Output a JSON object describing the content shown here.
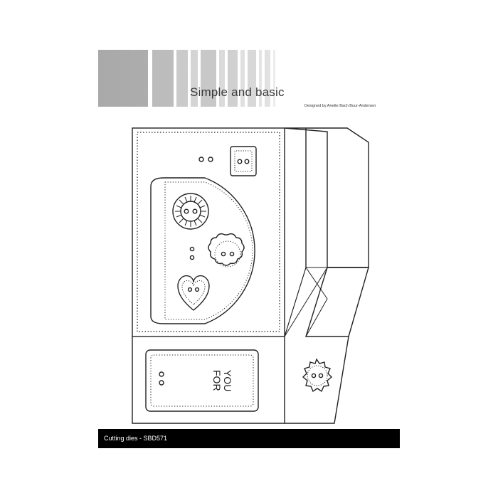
{
  "brand": {
    "title": "Simple and basic",
    "designer": "Designed by Anette Bach Buur-Andersen"
  },
  "product": {
    "tag_line1": "FOR",
    "tag_line2": "YOU"
  },
  "footer": {
    "label": "Cutting dies - SBD571"
  },
  "colors": {
    "stripe_dark": "#a6a6a6",
    "stripe_light": "#d9d9d9",
    "line": "#222222",
    "footer_bg": "#000000"
  }
}
